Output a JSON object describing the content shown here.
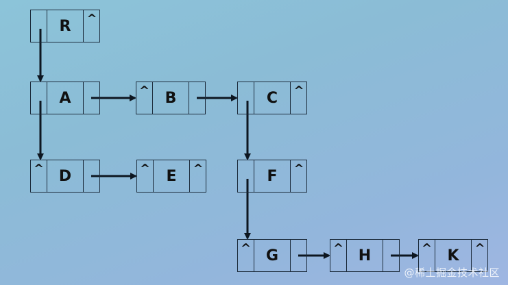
{
  "null_mark": "^",
  "nodes": [
    {
      "id": "R",
      "label": "R",
      "left": "",
      "right": "^"
    },
    {
      "id": "A",
      "label": "A",
      "left": "",
      "right": ""
    },
    {
      "id": "B",
      "label": "B",
      "left": "^",
      "right": ""
    },
    {
      "id": "C",
      "label": "C",
      "left": "",
      "right": "^"
    },
    {
      "id": "D",
      "label": "D",
      "left": "^",
      "right": ""
    },
    {
      "id": "E",
      "label": "E",
      "left": "^",
      "right": "^"
    },
    {
      "id": "F",
      "label": "F",
      "left": "",
      "right": "^"
    },
    {
      "id": "G",
      "label": "G",
      "left": "^",
      "right": ""
    },
    {
      "id": "H",
      "label": "H",
      "left": "^",
      "right": ""
    },
    {
      "id": "K",
      "label": "K",
      "left": "^",
      "right": "^"
    }
  ],
  "edges": [
    {
      "from": "R",
      "to": "A",
      "kind": "child"
    },
    {
      "from": "A",
      "to": "D",
      "kind": "child"
    },
    {
      "from": "A",
      "to": "B",
      "kind": "sibling"
    },
    {
      "from": "B",
      "to": "C",
      "kind": "sibling"
    },
    {
      "from": "C",
      "to": "F",
      "kind": "child"
    },
    {
      "from": "D",
      "to": "E",
      "kind": "sibling"
    },
    {
      "from": "F",
      "to": "G",
      "kind": "child"
    },
    {
      "from": "G",
      "to": "H",
      "kind": "sibling"
    },
    {
      "from": "H",
      "to": "K",
      "kind": "sibling"
    }
  ],
  "watermark": "@稀土掘金技术社区"
}
